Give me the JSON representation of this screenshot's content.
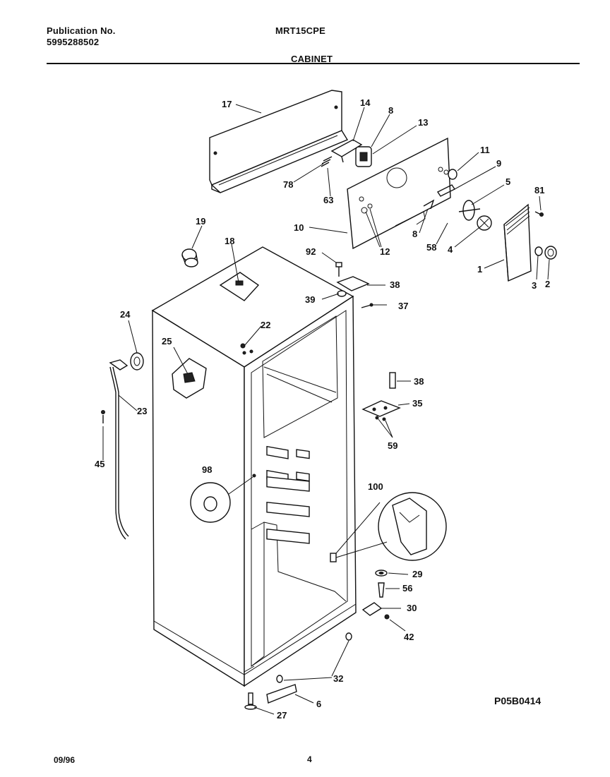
{
  "header": {
    "publication_label": "Publication No.",
    "publication_number": "5995288502",
    "model": "MRT15CPE",
    "section_title": "CABINET"
  },
  "footer": {
    "date": "09/96",
    "page": "4",
    "diagram_code": "P05B0414"
  },
  "callouts": {
    "c17": "17",
    "c14": "14",
    "c8a": "8",
    "c13": "13",
    "c11": "11",
    "c9": "9",
    "c5": "5",
    "c81": "81",
    "c78": "78",
    "c63": "63",
    "c10": "10",
    "c12": "12",
    "c8b": "8",
    "c58": "58",
    "c4": "4",
    "c1": "1",
    "c3": "3",
    "c2": "2",
    "c19": "19",
    "c18": "18",
    "c92": "92",
    "c38a": "38",
    "c39": "39",
    "c37": "37",
    "c24": "24",
    "c22": "22",
    "c25": "25",
    "c23": "23",
    "c45": "45",
    "c38b": "38",
    "c35": "35",
    "c59": "59",
    "c98": "98",
    "c100": "100",
    "c29": "29",
    "c56": "56",
    "c30": "30",
    "c42": "42",
    "c32": "32",
    "c6": "6",
    "c27": "27"
  }
}
